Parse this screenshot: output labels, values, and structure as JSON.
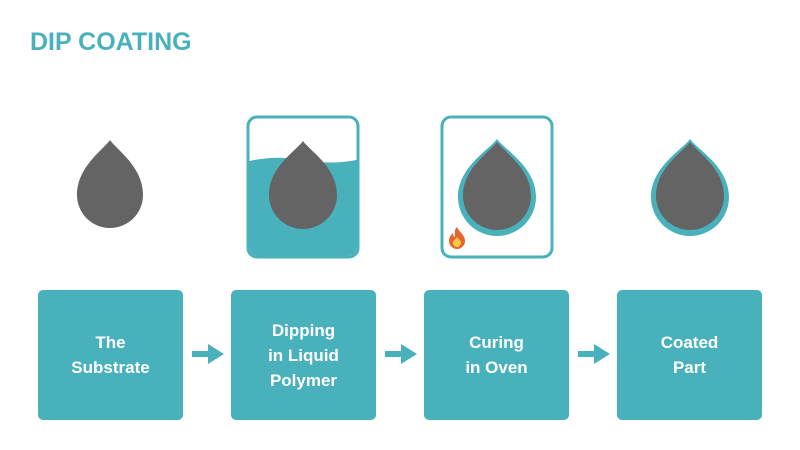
{
  "title": "DIP COATING",
  "colors": {
    "accent": "#49b1bc",
    "drop": "#646464",
    "flame": "#e8642a"
  },
  "steps": [
    {
      "label": "The\nSubstrate",
      "illustration": "bare-drop"
    },
    {
      "label": "Dipping\nin Liquid\nPolymer",
      "illustration": "drop-in-liquid-tank"
    },
    {
      "label": "Curing\nin Oven",
      "illustration": "coated-drop-in-oven"
    },
    {
      "label": "Coated\nPart",
      "illustration": "coated-drop"
    }
  ],
  "icons": [
    "drop-icon",
    "tank-icon",
    "oven-icon",
    "flame-icon",
    "arrow-right-icon"
  ]
}
